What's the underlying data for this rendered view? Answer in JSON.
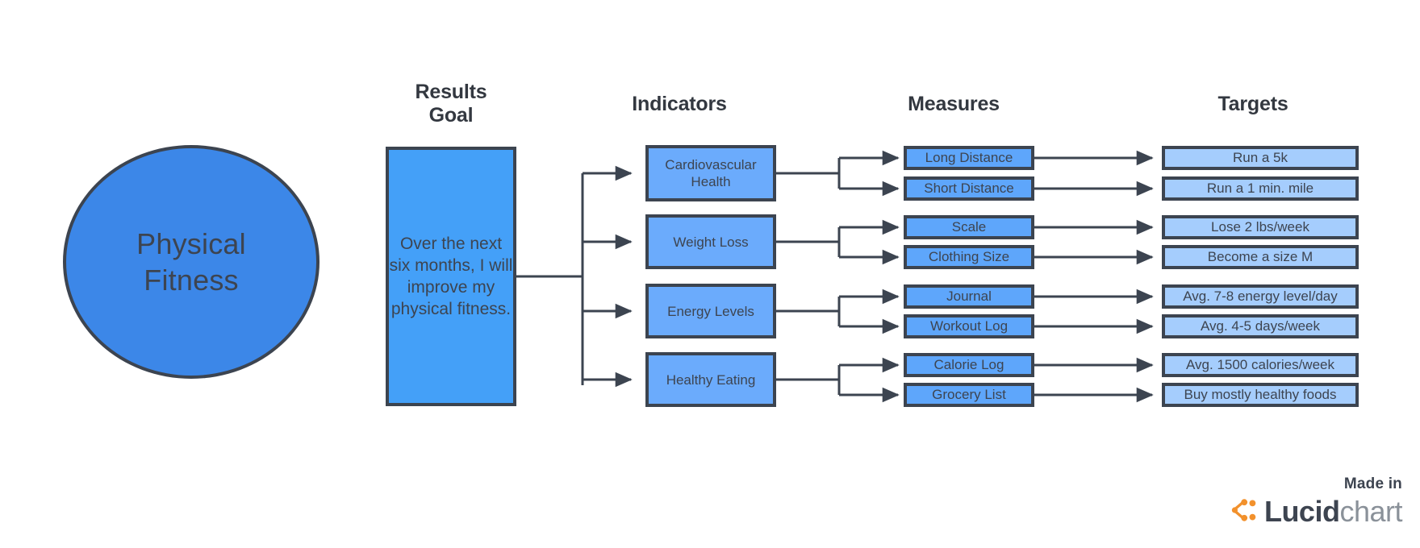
{
  "diagram": {
    "title_circle": "Physical\nFitness",
    "columns": [
      {
        "id": "results-goal",
        "label": "Results\nGoal"
      },
      {
        "id": "indicators",
        "label": "Indicators"
      },
      {
        "id": "measures",
        "label": "Measures"
      },
      {
        "id": "targets",
        "label": "Targets"
      }
    ],
    "goal_circle": {
      "label": "Physical Fitness",
      "line1": "Physical",
      "line2": "Fitness"
    },
    "results_goal": {
      "text": "Over the next six months, I will improve my physical fitness."
    },
    "indicators": [
      {
        "label": "Cardiovascular Health"
      },
      {
        "label": "Weight Loss"
      },
      {
        "label": "Energy Levels"
      },
      {
        "label": "Healthy Eating"
      }
    ],
    "measures": [
      {
        "label": "Long Distance"
      },
      {
        "label": "Short Distance"
      },
      {
        "label": "Scale"
      },
      {
        "label": "Clothing Size"
      },
      {
        "label": "Journal"
      },
      {
        "label": "Workout Log"
      },
      {
        "label": "Calorie Log"
      },
      {
        "label": "Grocery List"
      }
    ],
    "targets": [
      {
        "label": "Run a 5k"
      },
      {
        "label": "Run a 1 min. mile"
      },
      {
        "label": "Lose 2 lbs/week"
      },
      {
        "label": "Become a size M"
      },
      {
        "label": "Avg. 7-8 energy level/day"
      },
      {
        "label": "Avg. 4-5 days/week"
      },
      {
        "label": "Avg. 1500 calories/week"
      },
      {
        "label": "Buy mostly healthy foods"
      }
    ],
    "colors": {
      "stroke": "#3c4450",
      "circle_fill": "#3c87e8",
      "results_fill": "#44a0f8",
      "indicator_fill": "#6babfc",
      "measure_fill": "#5ea6fb",
      "target_fill": "#a5cdfd",
      "text": "#3d4450",
      "brand_orange": "#f2912c",
      "background": "#ffffff"
    }
  },
  "brand": {
    "made_in": "Made in",
    "name_bold": "Lucid",
    "name_light": "chart",
    "logo_icon": "lucidchart-logo-icon"
  }
}
